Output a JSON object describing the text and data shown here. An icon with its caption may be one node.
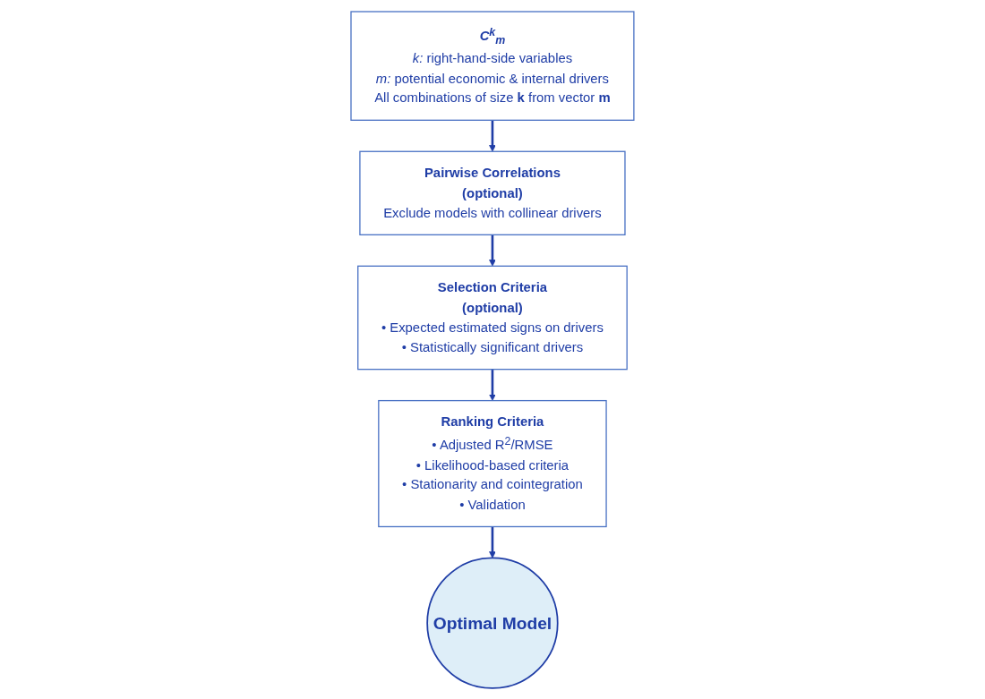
{
  "diagram": {
    "nodes": [
      {
        "text": [
          "C$^{k}$$_{m}$",
          "*k:* right-hand-side variables",
          "*m:* potential economic & internal drivers",
          "All combinations of size **k** from vector **m**"
        ]
      },
      {
        "text": [
          "Pairwise Correlations",
          "(optional)",
          "Exclude models with collinear drivers"
        ]
      },
      {
        "text": [
          "Selection Criteria",
          "(optional)",
          "• Expected estimated signs on drivers",
          "• Statistically significant drivers"
        ]
      },
      {
        "text": [
          "Ranking Criteria",
          "• Adjusted R$^{2}$/RMSE",
          "• Likelihood-based criteria",
          "• Stationarity and cointegration",
          "• Validation"
        ]
      },
      {
        "text": [
          "Optimal Model"
        ]
      }
    ],
    "edges": [
      {
        "from": 0,
        "to": 1,
        "arrow": "to"
      },
      {
        "from": 1,
        "to": 2,
        "arrow": "to"
      },
      {
        "from": 2,
        "to": 3,
        "arrow": "to"
      },
      {
        "from": 3,
        "to": 4,
        "arrow": "to"
      }
    ]
  }
}
